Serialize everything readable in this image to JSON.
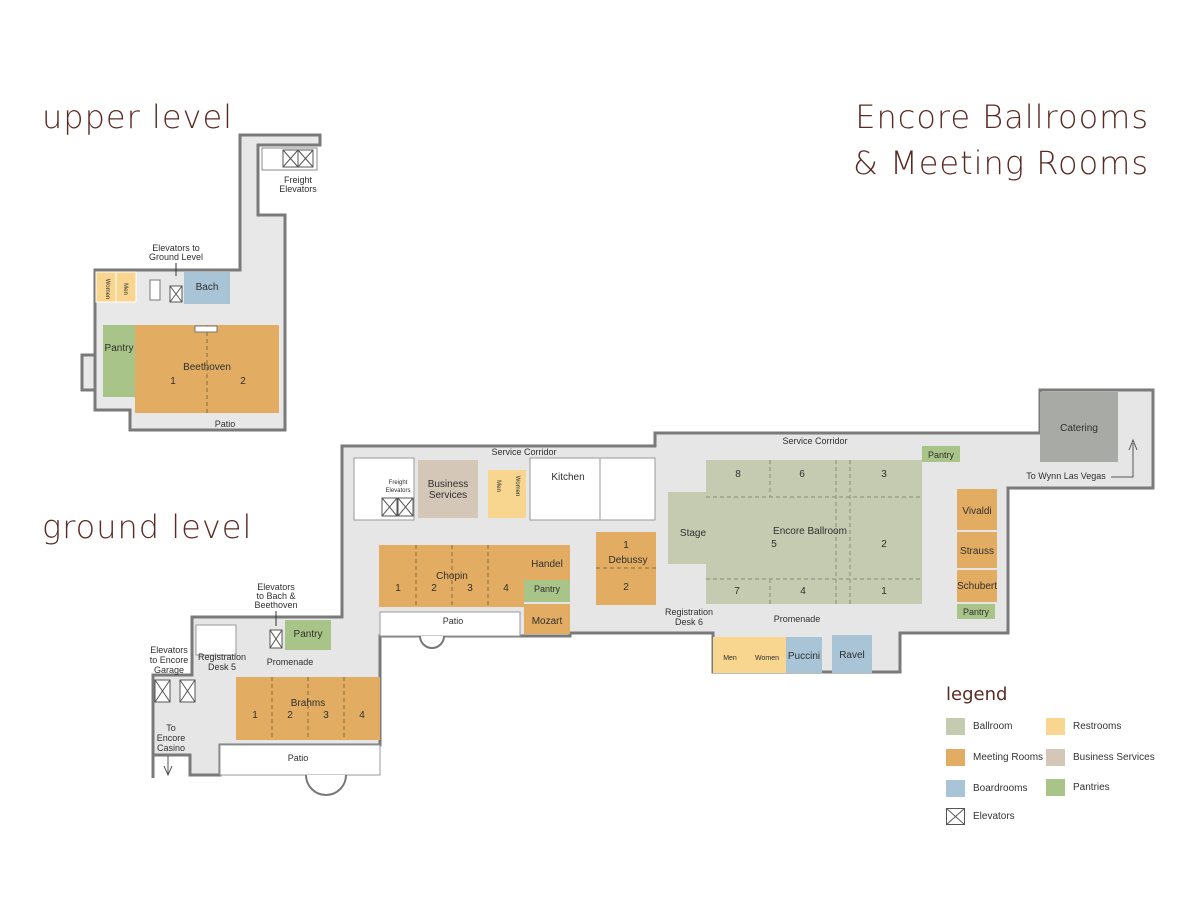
{
  "headings": {
    "upper": "upper level",
    "ground": "ground level",
    "title_line1": "Encore Ballrooms",
    "title_line2": "& Meeting Rooms"
  },
  "colors": {
    "ballroom": "#c5cbb0",
    "meeting": "#e2ad62",
    "boardroom": "#a8c4d6",
    "restroom": "#f8d68f",
    "business": "#d4c7b7",
    "pantry": "#a9c488",
    "catering": "#a8aaa5",
    "corridor": "#e6e6e6",
    "wall": "#7a7a7a"
  },
  "upper": {
    "freight": [
      "Freight",
      "Elevators"
    ],
    "elev_ground": [
      "Elevators to",
      "Ground Level"
    ],
    "women": "Women",
    "men": "Men",
    "bach": "Bach",
    "pantry": "Pantry",
    "beethoven": "Beethoven",
    "beethoven_1": "1",
    "beethoven_2": "2",
    "patio": "Patio"
  },
  "ground": {
    "service_corridor_left": "Service Corridor",
    "service_corridor_right": "Service Corridor",
    "freight": [
      "Freight",
      "Elevators"
    ],
    "business": [
      "Business",
      "Services"
    ],
    "men": "Men",
    "women": "Women",
    "kitchen": "Kitchen",
    "chopin": "Chopin",
    "chopin_nums": [
      "1",
      "2",
      "3",
      "4"
    ],
    "handel": "Handel",
    "pantry_mid": "Pantry",
    "mozart": "Mozart",
    "debussy": "Debussy",
    "debussy_1": "1",
    "debussy_2": "2",
    "patio_mid": "Patio",
    "reg6": [
      "Registration",
      "Desk 6"
    ],
    "promenade_right": "Promenade",
    "stage": "Stage",
    "encore_ballroom": "Encore Ballroom",
    "ballroom_nums": {
      "n8": "8",
      "n6": "6",
      "n3": "3",
      "n5": "5",
      "n2": "2",
      "n7": "7",
      "n4": "4",
      "n1": "1"
    },
    "pantry_top": "Pantry",
    "catering": "Catering",
    "to_wynn": "To Wynn Las Vegas",
    "vivaldi": "Vivaldi",
    "strauss": "Strauss",
    "schubert": "Schubert",
    "pantry_right": "Pantry",
    "men_bottom": "Men",
    "women_bottom": "Women",
    "puccini": "Puccini",
    "ravel": "Ravel",
    "elev_bach": [
      "Elevators",
      "to Bach &",
      "Beethoven"
    ],
    "pantry_left": "Pantry",
    "elev_garage": [
      "Elevators",
      "to Encore",
      "Garage"
    ],
    "reg5": [
      "Registration",
      "Desk 5"
    ],
    "promenade_left": "Promenade",
    "to_casino": [
      "To",
      "Encore",
      "Casino"
    ],
    "brahms": "Brahms",
    "brahms_nums": [
      "1",
      "2",
      "3",
      "4"
    ],
    "patio_left": "Patio"
  },
  "legend": {
    "title": "legend",
    "ballroom": "Ballroom",
    "meeting": "Meeting Rooms",
    "boardroom": "Boardrooms",
    "elevators": "Elevators",
    "restroom": "Restrooms",
    "business": "Business Services",
    "pantries": "Pantries"
  }
}
